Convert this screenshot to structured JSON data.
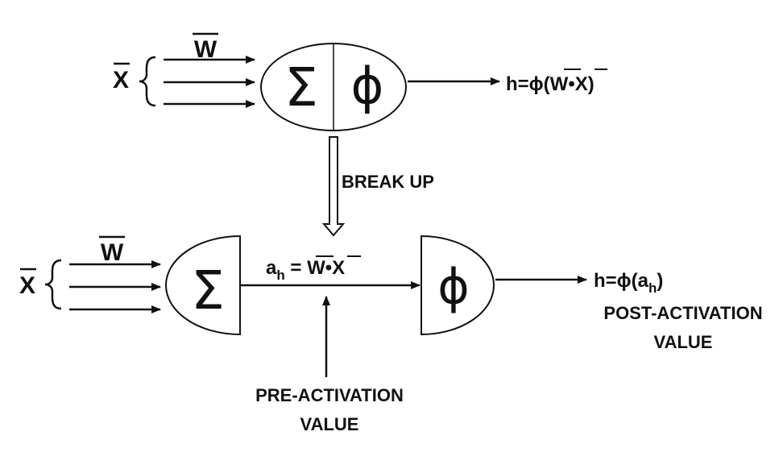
{
  "top": {
    "input_symbol": "X",
    "weight_symbol": "W",
    "sum_symbol": "Σ",
    "activation_symbol": "ϕ",
    "output_prefix": "h=ϕ(",
    "output_w": "W",
    "output_dot": "•",
    "output_x": "X",
    "output_suffix": ")"
  },
  "break_up_label": "BREAK UP",
  "bottom": {
    "input_symbol": "X",
    "weight_symbol": "W",
    "sum_symbol": "Σ",
    "activation_symbol": "ϕ",
    "pre_expr_a": "a",
    "pre_expr_sub": "h",
    "pre_expr_eq": " = ",
    "pre_expr_w": "W",
    "pre_expr_dot": "•",
    "pre_expr_x": "X",
    "output_prefix": "h=ϕ(a",
    "output_sub": "h",
    "output_suffix": ")",
    "post_label_line1": "POST-ACTIVATION",
    "post_label_line2": "VALUE",
    "pre_label_line1": "PRE-ACTIVATION",
    "pre_label_line2": "VALUE"
  }
}
